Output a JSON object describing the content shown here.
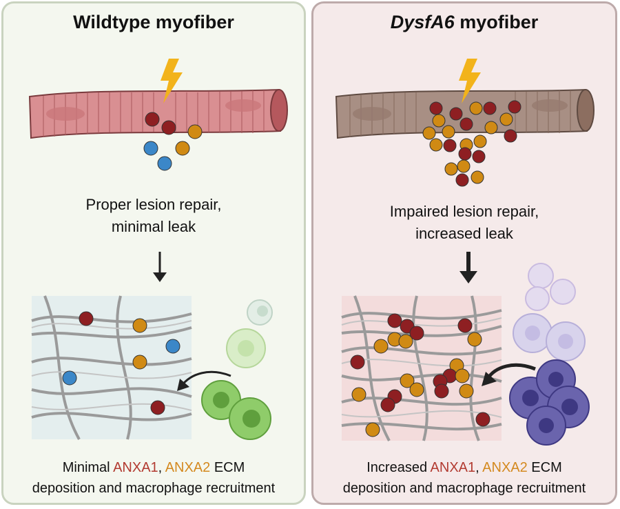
{
  "left_panel": {
    "title": "Wildtype myofiber",
    "caption_line1": "Proper lesion repair,",
    "caption_line2": "minimal leak",
    "bottom_prefix": "Minimal ",
    "anxa1": "ANXA1",
    "comma": ", ",
    "anxa2": "ANXA2",
    "bottom_suffix": " ECM",
    "bottom_line2": "deposition and macrophage recruitment"
  },
  "right_panel": {
    "title_italic": "DysfA6",
    "title_rest": " myofiber",
    "caption_line1": "Impaired lesion repair,",
    "caption_line2": "increased leak",
    "bottom_prefix": "Increased ",
    "anxa1": "ANXA1",
    "comma": ", ",
    "anxa2": "ANXA2",
    "bottom_suffix": " ECM",
    "bottom_line2": "deposition and macrophage recruitment"
  },
  "colors": {
    "anxa1_particle": "#8e1f22",
    "anxa2_particle": "#d08a14",
    "other_particle": "#3b87c8",
    "lightning": "#f2b31b",
    "wildtype_fiber": "#d98f92",
    "dysf_fiber": "#a88f84",
    "wildtype_macrophage": "#8fcc6a",
    "dysf_macrophage": "#6a64ad"
  }
}
